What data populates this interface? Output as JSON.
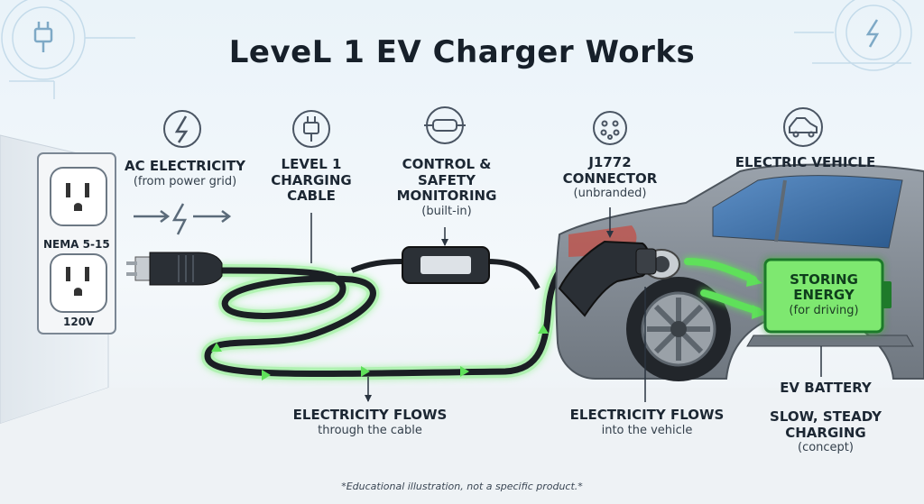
{
  "title": "LeveL 1 EV Charger Works",
  "outlet": {
    "type": "NEMA 5-15",
    "voltage": "120V"
  },
  "stages": {
    "ac": {
      "heading": "AC ELECTRICITY",
      "sub": "(from power grid)",
      "icon": "lightning-icon"
    },
    "cable": {
      "heading_line1": "LEVEL 1",
      "heading_line2": "CHARGING",
      "heading_line3": "CABLE",
      "icon": "plug-icon"
    },
    "control": {
      "heading_line1": "CONTROL &",
      "heading_line2": "SAFETY",
      "heading_line3": "MONITORING",
      "sub": "(built-in)",
      "icon": "control-box-icon"
    },
    "connector": {
      "heading_line1": "J1772",
      "heading_line2": "CONNECTOR",
      "sub": "(unbranded)",
      "icon": "j1772-icon"
    },
    "vehicle": {
      "heading": "ELECTRIC VEHICLE",
      "icon": "car-icon"
    }
  },
  "battery": {
    "heading_line1": "STORING",
    "heading_line2": "ENERGY",
    "sub": "(for driving)",
    "label": "EV BATTERY"
  },
  "flows": {
    "cable": {
      "heading": "ELECTRICITY FLOWS",
      "sub": "through the cable"
    },
    "vehicle": {
      "heading": "ELECTRICITY FLOWS",
      "sub": "into the vehicle"
    }
  },
  "charging": {
    "line1": "SLOW, STEADY",
    "line2": "CHARGING",
    "sub": "(concept)"
  },
  "footnote": "*Educational illustration, not a specific product.*",
  "colors": {
    "accent_green": "#5fe05a",
    "battery_fill": "#7ee86f",
    "car_body": "#8a929b",
    "cable": "#1b1f24",
    "icon_stroke": "#4a5563"
  }
}
